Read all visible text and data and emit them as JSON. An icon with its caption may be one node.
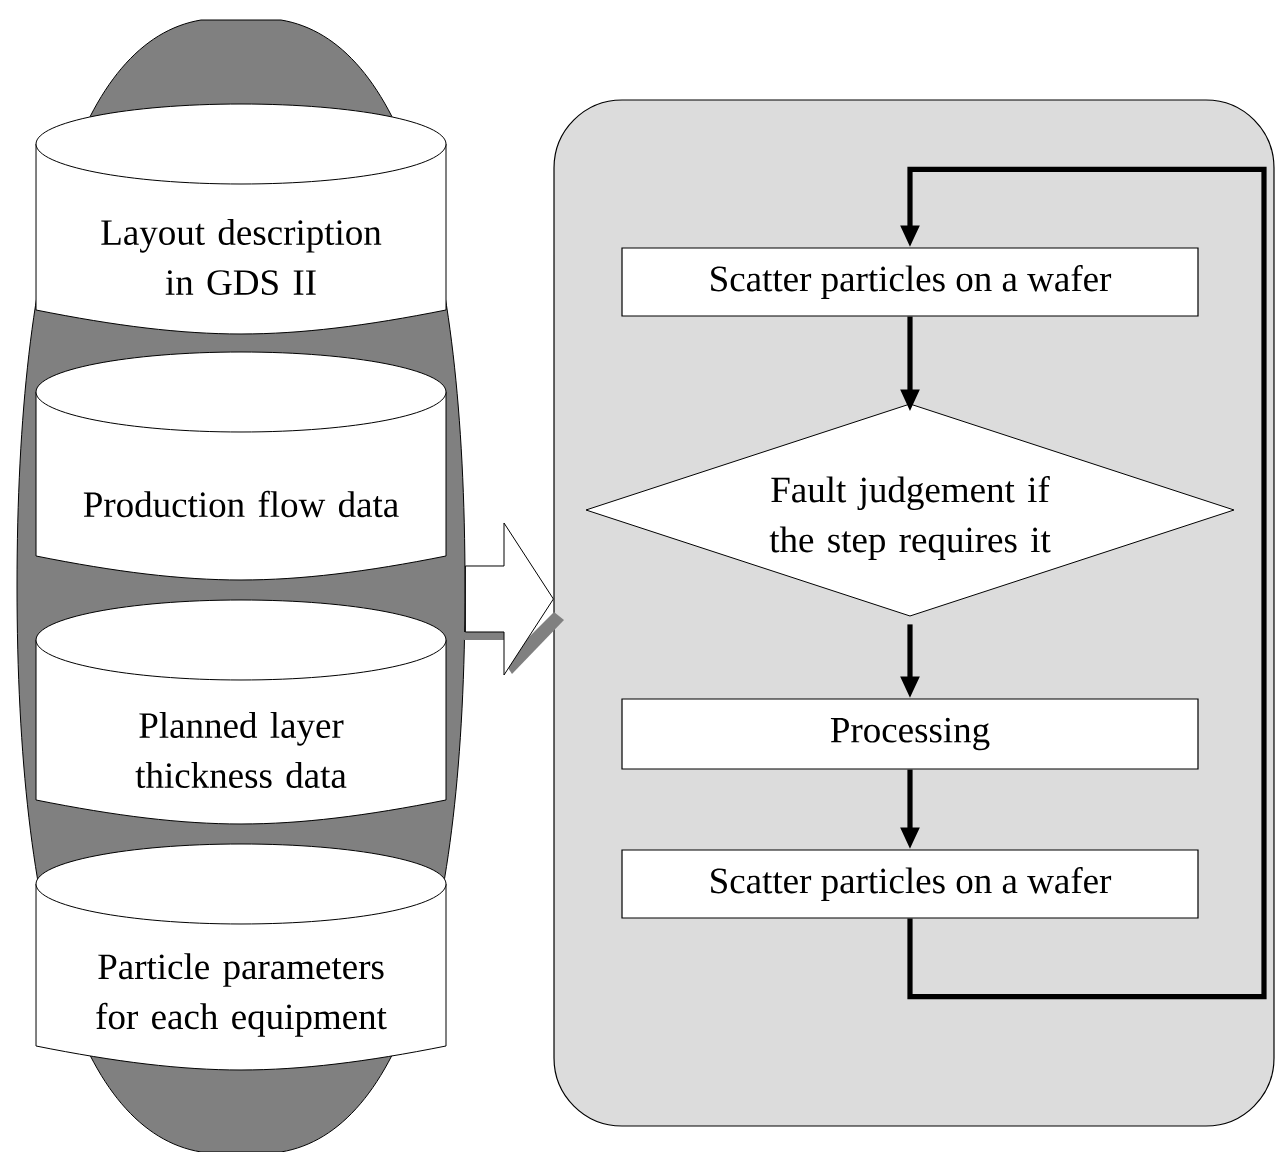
{
  "diagram": {
    "nodes": [
      {
        "text": [],
        "shape": "ellipse"
      },
      {
        "text": [
          "Layout description in GDS II"
        ],
        "in": 0
      },
      {
        "text": [
          "Production flow data"
        ],
        "in": 0
      },
      {
        "text": [
          "Planned layer thickness data"
        ],
        "in": 0
      },
      {
        "text": [
          "Particle parameters for each equipment"
        ],
        "in": 0
      },
      {
        "text": [],
        "shape": "box"
      },
      {
        "text": [
          "Scatter particles on a wafer"
        ],
        "in": 5
      },
      {
        "text": [
          "Fault judgement if the step requires it"
        ],
        "in": 5
      },
      {
        "text": [
          "Processing"
        ],
        "in": 5
      },
      {
        "text": [
          "Scatter particles on a wafer"
        ],
        "in": 5
      }
    ],
    "edges": [
      {
        "from": 0,
        "to": 5,
        "arrow": "to"
      },
      {
        "from": 6,
        "to": 7,
        "arrow": "to"
      },
      {
        "from": 7,
        "to": 8,
        "arrow": "to"
      },
      {
        "from": 8,
        "to": 9,
        "arrow": "to"
      },
      {
        "from": 9,
        "to": 6,
        "arrow": "to"
      }
    ]
  }
}
